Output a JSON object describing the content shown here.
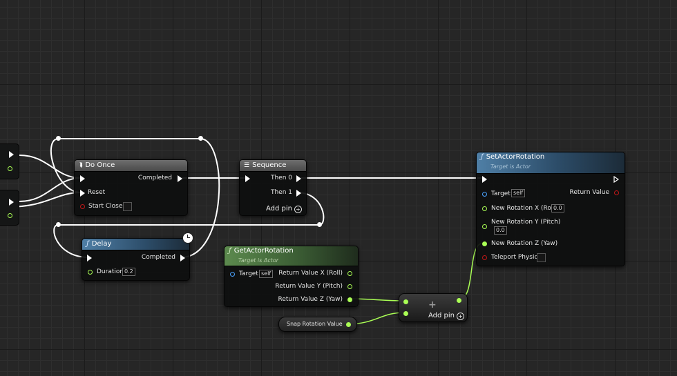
{
  "nodes": {
    "do_once": {
      "title": "Do Once",
      "completed": "Completed",
      "reset": "Reset",
      "start_closed": "Start Closed"
    },
    "sequence": {
      "title": "Sequence",
      "then0": "Then 0",
      "then1": "Then 1",
      "add_pin": "Add pin"
    },
    "delay": {
      "title": "Delay",
      "completed": "Completed",
      "duration_label": "Duration",
      "duration_value": "0.2"
    },
    "get_actor_rotation": {
      "title": "GetActorRotation",
      "subtitle": "Target is Actor",
      "target_label": "Target",
      "target_value": "self",
      "return_x": "Return Value X (Roll)",
      "return_y": "Return Value Y (Pitch)",
      "return_z": "Return Value Z (Yaw)"
    },
    "set_actor_rotation": {
      "title": "SetActorRotation",
      "subtitle": "Target is Actor",
      "target_label": "Target",
      "target_value": "self",
      "return_value": "Return Value",
      "rot_x_label": "New Rotation X (Roll)",
      "rot_x_value": "0.0",
      "rot_y_label": "New Rotation Y (Pitch)",
      "rot_y_value": "0.0",
      "rot_z_label": "New Rotation Z (Yaw)",
      "teleport_label": "Teleport Physics"
    },
    "add": {
      "symbol": "+",
      "add_pin": "Add pin"
    },
    "snap_var": {
      "label": "Snap Rotation Value"
    }
  },
  "colors": {
    "exec": "#ffffff",
    "float": "#aaff55",
    "object": "#4aa3ff",
    "bool": "#c01818"
  },
  "icons": {
    "function": "ƒ",
    "do_once": "branch-icon",
    "sequence": "sequence-icon",
    "delay": "clock-icon"
  }
}
